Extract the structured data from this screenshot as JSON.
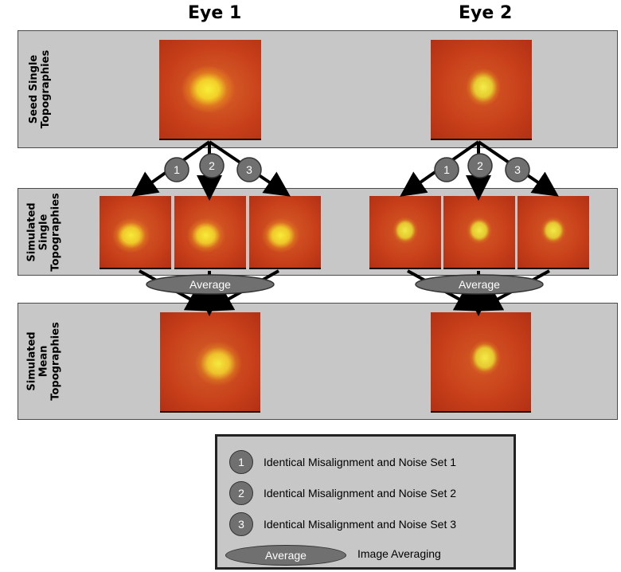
{
  "titles": {
    "eye1": "Eye 1",
    "eye2": "Eye 2"
  },
  "rows": {
    "seed": "Seed Single\nTopographies",
    "simulated_single": "Simulated\nSingle\nTopographies",
    "simulated_mean": "Simulated\nMean\nTopographies"
  },
  "badges": [
    "1",
    "2",
    "3"
  ],
  "average_label": "Average",
  "legend": {
    "items": [
      {
        "badge": "1",
        "text": "Identical Misalignment and Noise Set 1"
      },
      {
        "badge": "2",
        "text": "Identical Misalignment and Noise Set 2"
      },
      {
        "badge": "3",
        "text": "Identical Misalignment and Noise Set 3"
      }
    ],
    "average_oval": "Average",
    "average_text": "Image Averaging"
  },
  "colors": {
    "band": "#c7c7c7",
    "fundus_bg": "#c8401a",
    "disc_eye1": "#f2e030",
    "disc_eye2": "#f0e040",
    "badge": "#707070"
  }
}
